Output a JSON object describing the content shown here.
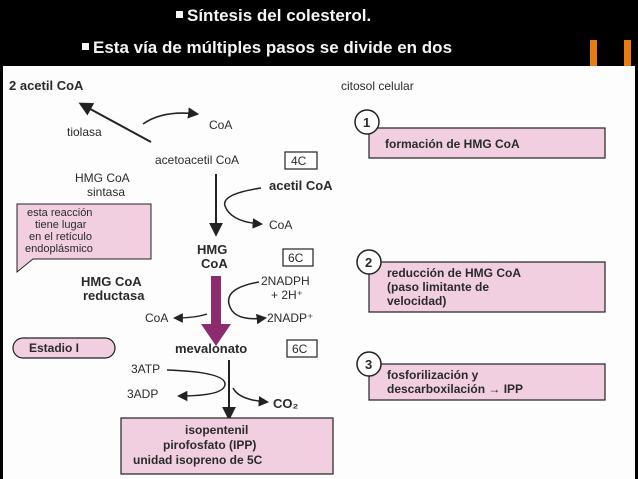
{
  "header": {
    "bullet1": "Síntesis del colesterol.",
    "bullet2": "Esta vía de múltiples pasos se divide en dos",
    "bullet3_fragment": "..."
  },
  "diagram": {
    "start": "2 acetil CoA",
    "location": "citosol celular",
    "tiolasa": "tiolasa",
    "coa": "CoA",
    "acetoacetil": "acetoacetil CoA",
    "c4": "4C",
    "hmg_sintasa_1": "HMG CoA",
    "hmg_sintasa_2": "sintasa",
    "acetil_coa": "acetil CoA",
    "note_1": "esta reacción",
    "note_2": "tiene lugar",
    "note_3": "en el retículo",
    "note_4": "endoplásmico",
    "hmg_1": "HMG",
    "hmg_2": "CoA",
    "c6": "6C",
    "nadph_1": "2NADPH",
    "nadph_2": "+ 2H⁺",
    "hmg_reductasa_1": "HMG CoA",
    "hmg_reductasa_2": "reductasa",
    "nadp": "2NADP⁺",
    "mevalonato": "mevalonato",
    "estadio": "Estadio I",
    "atp": "3ATP",
    "adp": "3ADP",
    "co2": "CO₂",
    "ipp_1": "isopentenil",
    "ipp_2": "pirofosfato (IPP)",
    "ipp_3": "unidad isopreno de 5C",
    "steps": [
      {
        "num": "1",
        "lines": [
          "formación de HMG CoA"
        ]
      },
      {
        "num": "2",
        "lines": [
          "reducción de HMG CoA",
          "(paso limitante de",
          "velocidad)"
        ]
      },
      {
        "num": "3",
        "lines": [
          "fosforilización y",
          "descarboxilación → IPP"
        ]
      }
    ]
  },
  "colors": {
    "pink": "#f1cfe0",
    "purple": "#8c2c6e",
    "accent": "#e87c12"
  }
}
